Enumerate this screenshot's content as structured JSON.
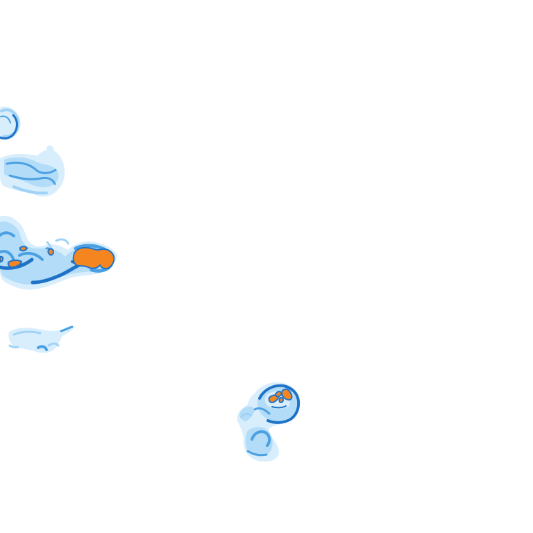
{
  "map": {
    "background_color": "#ffffff",
    "palette": {
      "pale_blue": "#d9eefc",
      "light_blue": "#b3dcf8",
      "medium_blue": "#5aaeea",
      "dark_blue": "#1f73c7",
      "orange": "#f5851f"
    },
    "cells": [
      {
        "name": "top-left-ring-cell",
        "intensity": "light-moderate"
      },
      {
        "name": "upper-left-cloud-cell",
        "intensity": "light-moderate"
      },
      {
        "name": "central-left-storm-line",
        "intensity": "heavy"
      },
      {
        "name": "lower-left-fragments",
        "intensity": "light"
      },
      {
        "name": "lower-center-storm",
        "intensity": "heavy"
      }
    ]
  }
}
